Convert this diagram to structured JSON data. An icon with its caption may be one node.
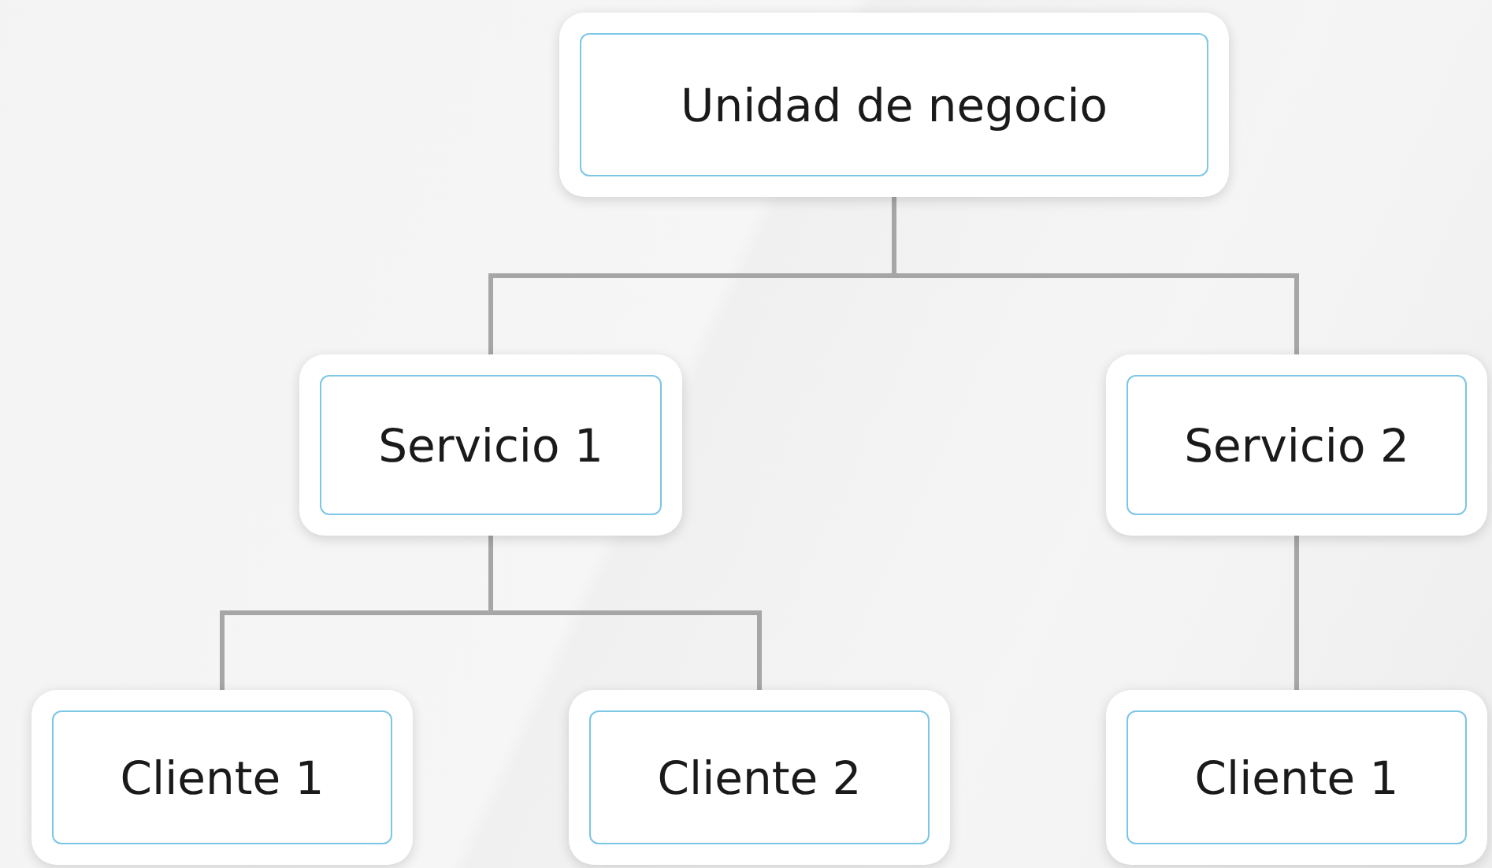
{
  "diagram": {
    "nodes": [
      {
        "text": [
          "Unidad de negocio"
        ]
      },
      {
        "text": [
          "Servicio 1"
        ]
      },
      {
        "text": [
          "Servicio 2"
        ]
      },
      {
        "text": [
          "Cliente 1"
        ]
      },
      {
        "text": [
          "Cliente 2"
        ]
      },
      {
        "text": [
          "Cliente 1"
        ]
      }
    ],
    "edges": [
      {
        "from": 0,
        "to": 1,
        "arrow": "none"
      },
      {
        "from": 0,
        "to": 2,
        "arrow": "none"
      },
      {
        "from": 1,
        "to": 3,
        "arrow": "none"
      },
      {
        "from": 1,
        "to": 4,
        "arrow": "none"
      },
      {
        "from": 2,
        "to": 5,
        "arrow": "none"
      }
    ]
  }
}
